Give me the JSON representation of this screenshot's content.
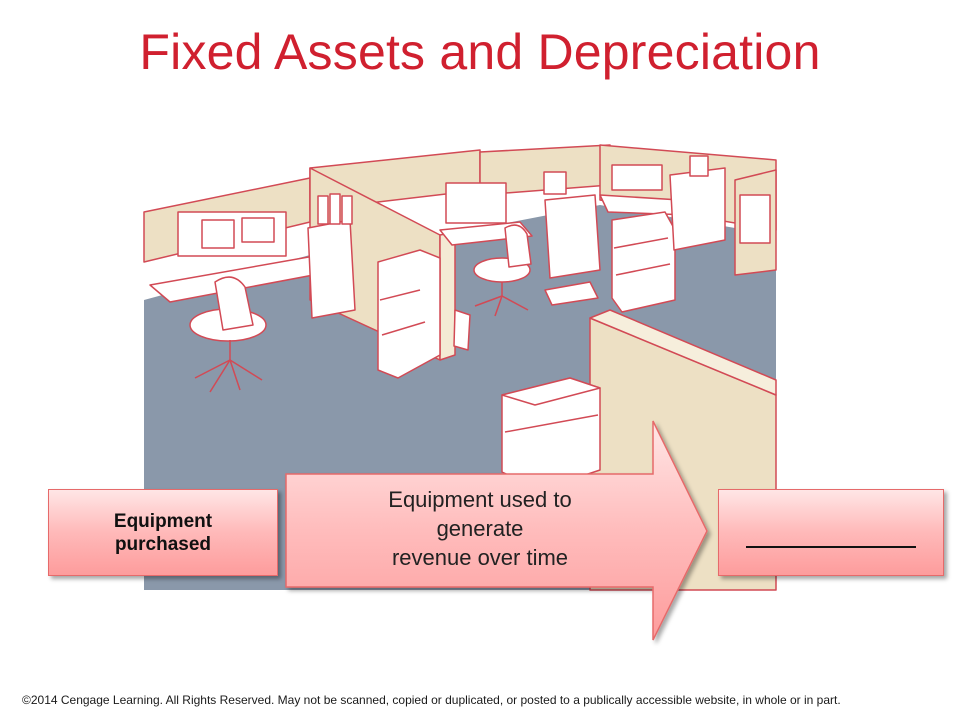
{
  "slide": {
    "title": "Fixed Assets and Depreciation"
  },
  "flow": {
    "left_box": "Equipment purchased",
    "arrow_text_1": "Equipment used to",
    "arrow_text_2": "generate",
    "arrow_text_3": "revenue over time",
    "right_box_blank": ""
  },
  "footer": {
    "copyright": "©2014 Cengage Learning. All Rights Reserved. May not be scanned, copied or duplicated, or posted to a publically accessible website, in whole or in part."
  },
  "colors": {
    "title": "#d0202f",
    "floor": "#8a98aa",
    "wall": "#ede0c4",
    "outline": "#d24a55",
    "box_fill": "#ffc0c0"
  },
  "icons": {
    "illustration": "office-cubicles-illustration"
  }
}
